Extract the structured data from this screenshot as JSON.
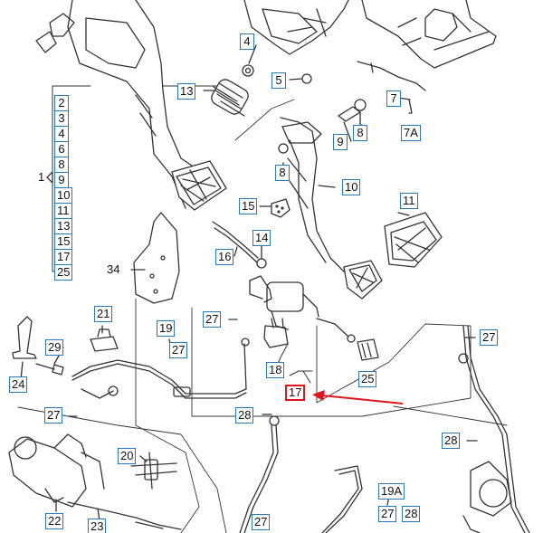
{
  "colors": {
    "line": "#333333",
    "label_border": "#2a7ab8",
    "highlight": "#e0141b"
  },
  "group_label": "1",
  "parts": {
    "p2": "2",
    "p3": "3",
    "p4": "4",
    "p4b": "4",
    "p5": "5",
    "p6": "6",
    "p7": "7",
    "p7a": "7A",
    "p8a": "8",
    "p8b": "8",
    "p8c": "8",
    "p9a": "9",
    "p9b": "9",
    "p10a": "10",
    "p10b": "10",
    "p11a": "11",
    "p11b": "11",
    "p13a": "13",
    "p13b": "13",
    "p14": "14",
    "p15a": "15",
    "p15b": "15",
    "p16": "16",
    "p17a": "17",
    "p17b": "17",
    "p18": "18",
    "p19": "19",
    "p19a": "19A",
    "p20": "20",
    "p21": "21",
    "p22": "22",
    "p23": "23",
    "p24": "24",
    "p25a": "25",
    "p25b": "25",
    "p27a": "27",
    "p27b": "27",
    "p27c": "27",
    "p27d": "27",
    "p27e": "27",
    "p27f": "27",
    "p28a": "28",
    "p28b": "28",
    "p28c": "28",
    "p29": "29",
    "p34": "34"
  }
}
